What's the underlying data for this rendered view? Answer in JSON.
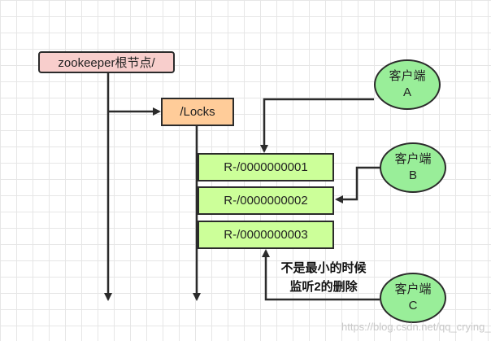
{
  "nodes": {
    "root": "zookeeper根节点/",
    "locks": "/Locks",
    "lock_nodes": [
      "R-/0000000001",
      "R-/0000000002",
      "R-/0000000003"
    ]
  },
  "clients": [
    {
      "line1": "客户端",
      "line2": "A"
    },
    {
      "line1": "客户端",
      "line2": "B"
    },
    {
      "line1": "客户端",
      "line2": "C"
    }
  ],
  "note": {
    "line1": "不是最小的时候",
    "line2": "监听2的删除"
  },
  "watermark": "https://blog.csdn.net/qq_crying_pfq",
  "colors": {
    "root_fill": "#f8cecc",
    "locks_fill": "#ffcc99",
    "lock_node_fill": "#ccff99",
    "client_fill": "#99ee99",
    "stroke": "#2b2b2b"
  }
}
